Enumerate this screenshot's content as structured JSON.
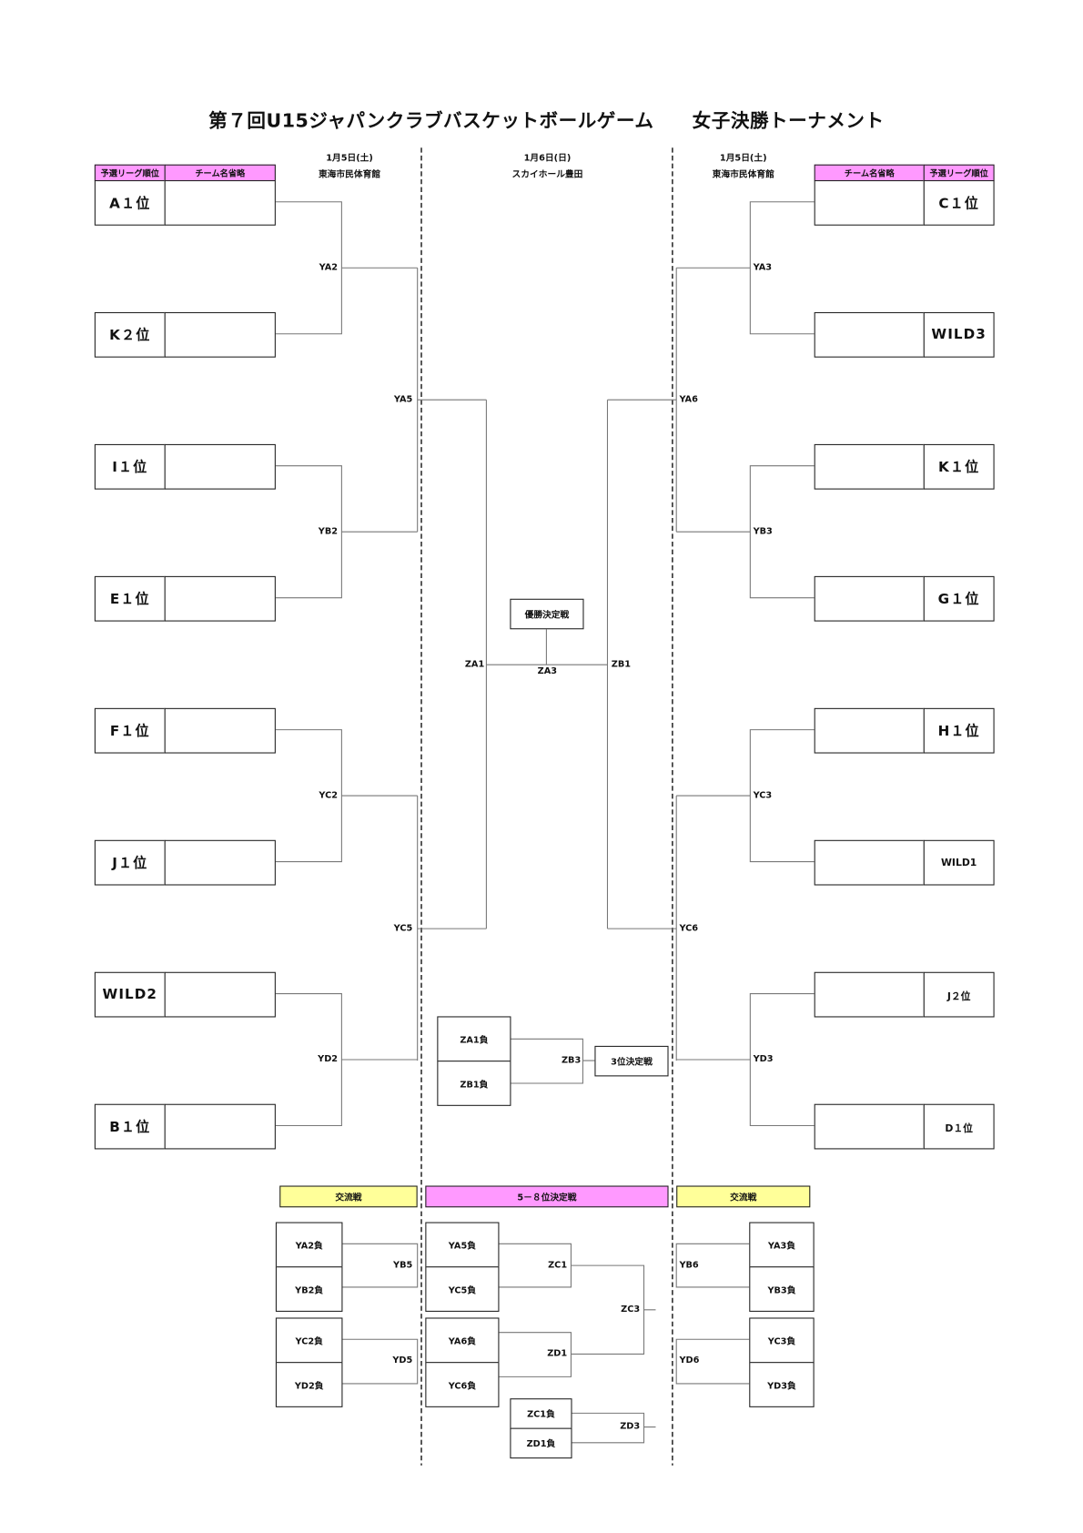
{
  "title": "第７回U15ジャパンクラブバスケットボールゲーム　　女子決勝トーナメント",
  "dates": {
    "left": {
      "date": "1月5日(土)",
      "venue": "東海市民体育館"
    },
    "center": {
      "date": "1月6日(日)",
      "venue": "スカイホール豊田"
    },
    "right": {
      "date": "1月5日(土)",
      "venue": "東海市民体育館"
    }
  },
  "headers": {
    "rank": "予選リーグ順位",
    "team": "チーム名省略"
  },
  "left_teams": [
    "A１位",
    "K２位",
    "I１位",
    "E１位",
    "F１位",
    "J１位",
    "WILD2",
    "B１位"
  ],
  "right_teams": [
    "C１位",
    "WILD3",
    "K１位",
    "G１位",
    "H１位",
    "WILD1",
    "J２位",
    "D１位"
  ],
  "left_r1": [
    "YA2",
    "YB2",
    "YC2",
    "YD2"
  ],
  "right_r1": [
    "YA3",
    "YB3",
    "YC3",
    "YD3"
  ],
  "left_r2": [
    "YA5",
    "YC5"
  ],
  "right_r2": [
    "YA6",
    "YC6"
  ],
  "semis": {
    "left": "ZA1",
    "right": "ZB1",
    "final": "ZA3",
    "final_label": "優勝決定戦"
  },
  "third": {
    "teams": [
      "ZA1負",
      "ZB1負"
    ],
    "match": "ZB3",
    "label": "3位決定戦"
  },
  "sections": {
    "left": "交流戦",
    "center": "5－８位決定戦",
    "right": "交流戦"
  },
  "exchange_left": {
    "teams": [
      "YA2負",
      "YB2負",
      "YC2負",
      "YD2負"
    ],
    "matches": [
      "YB5",
      "YD5"
    ]
  },
  "exchange_right": {
    "teams": [
      "YA3負",
      "YB3負",
      "YC3負",
      "YD3負"
    ],
    "matches": [
      "YB6",
      "YD6"
    ]
  },
  "placement": {
    "teams": [
      "YA5負",
      "YC5負",
      "YA6負",
      "YC6負"
    ],
    "matches": [
      "ZC1",
      "ZD1"
    ],
    "final": "ZC3",
    "lower_teams": [
      "ZC1負",
      "ZD1負"
    ],
    "lower_match": "ZD3"
  },
  "colors": {
    "pink": "#ff99ff",
    "yellow": "#ffff99",
    "line": "#777777"
  }
}
